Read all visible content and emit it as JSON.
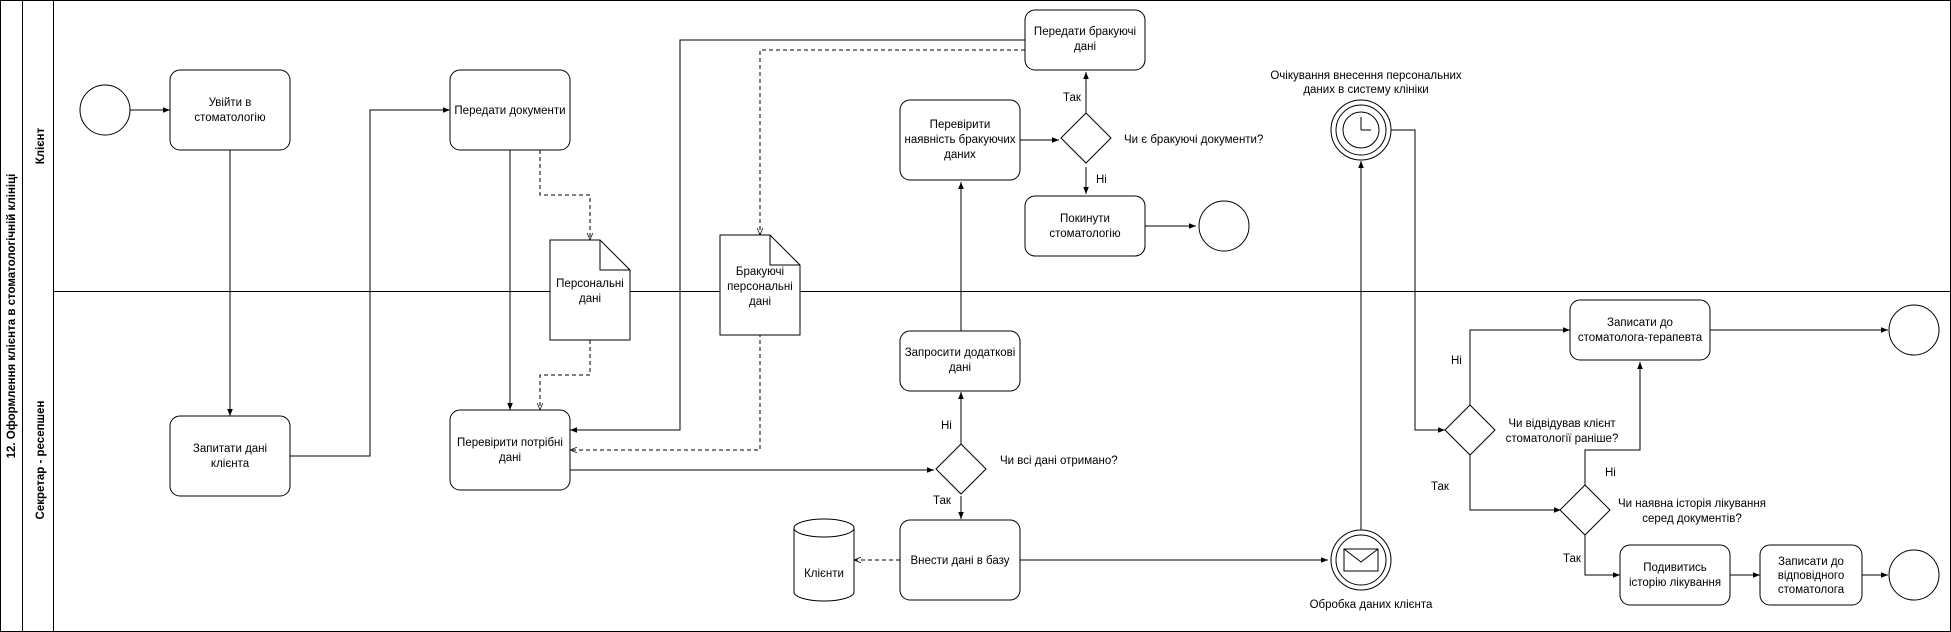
{
  "pool": {
    "title": "12. Оформлення клієнта в стоматологічній клініці",
    "lanes": {
      "client": "Клієнт",
      "secretary": "Секретар - ресепшен"
    }
  },
  "tasks": {
    "enter_clinic": [
      "Увійти в",
      "стоматологію"
    ],
    "ask_data": [
      "Запитати дані",
      "клієнта"
    ],
    "pass_docs": [
      "Передати документи"
    ],
    "check_data": [
      "Перевірити потрібні",
      "дані"
    ],
    "pass_missing": [
      "Передати бракуючі",
      "дані"
    ],
    "check_missing": [
      "Перевірити",
      "наявність бракуючих",
      "даних"
    ],
    "request_more": [
      "Запросити додаткові",
      "дані"
    ],
    "leave_clinic": [
      "Покинути",
      "стоматологію"
    ],
    "enter_db": [
      "Внести дані в базу"
    ],
    "assign_therapist": [
      "Записати до",
      "стоматолога-терапевта"
    ],
    "view_history": [
      "Подивитись",
      "історію лікування"
    ],
    "assign_dentist": [
      "Записати до",
      "відповідного",
      "стоматолога"
    ]
  },
  "documents": {
    "personal": [
      "Персональні",
      "дані"
    ],
    "missing_personal": [
      "Бракуючі",
      "персональні",
      "дані"
    ]
  },
  "datastore": {
    "clients": "Клієнти"
  },
  "gateways": {
    "all_received": "Чи всі дані отримано?",
    "missing_docs": "Чи є бракуючі документи?",
    "visited_before": [
      "Чи відвідував клієнт",
      "стоматології раніше?"
    ],
    "history_exists": [
      "Чи наявна історія лікування",
      "серед документів?"
    ]
  },
  "events": {
    "wait_timer": [
      "Очікування внесення персональних",
      "даних в систему клініки"
    ],
    "message": "Обробка даних клієнта"
  },
  "flow_labels": {
    "yes": "Так",
    "no": "Ні"
  }
}
